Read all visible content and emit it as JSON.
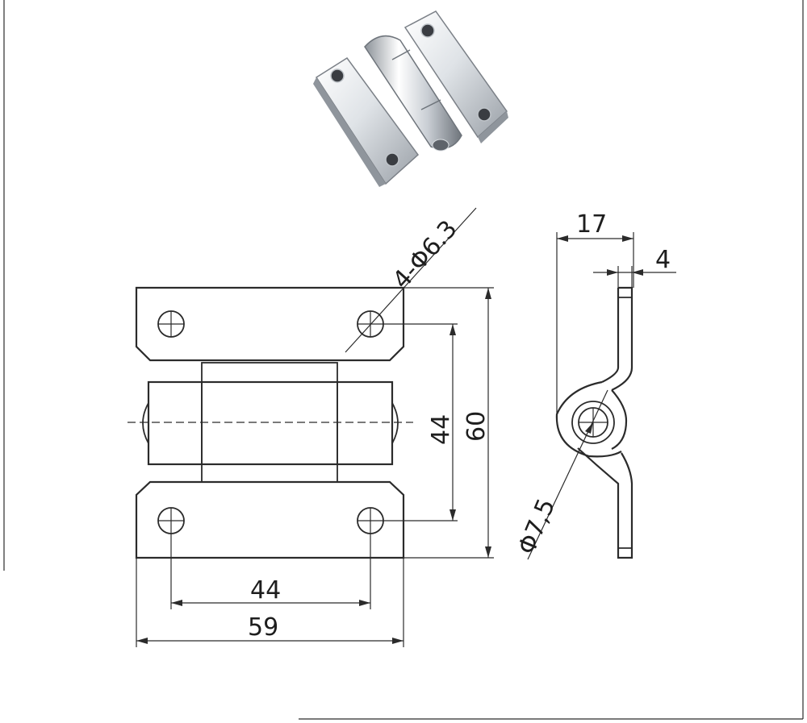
{
  "dimensions": {
    "hole_callout": "4-Φ6.3",
    "front_hole_spacing_horizontal": "44",
    "front_width": "59",
    "front_hole_spacing_vertical": "44",
    "front_height": "60",
    "side_width": "17",
    "side_thickness": "4",
    "pin_diameter": "Φ7,5"
  },
  "colors": {
    "line": "#2b2b2b",
    "background": "#ffffff",
    "metal_light": "#f2f4f6",
    "metal_mid": "#c7cbd0",
    "metal_dark": "#7b8087"
  }
}
